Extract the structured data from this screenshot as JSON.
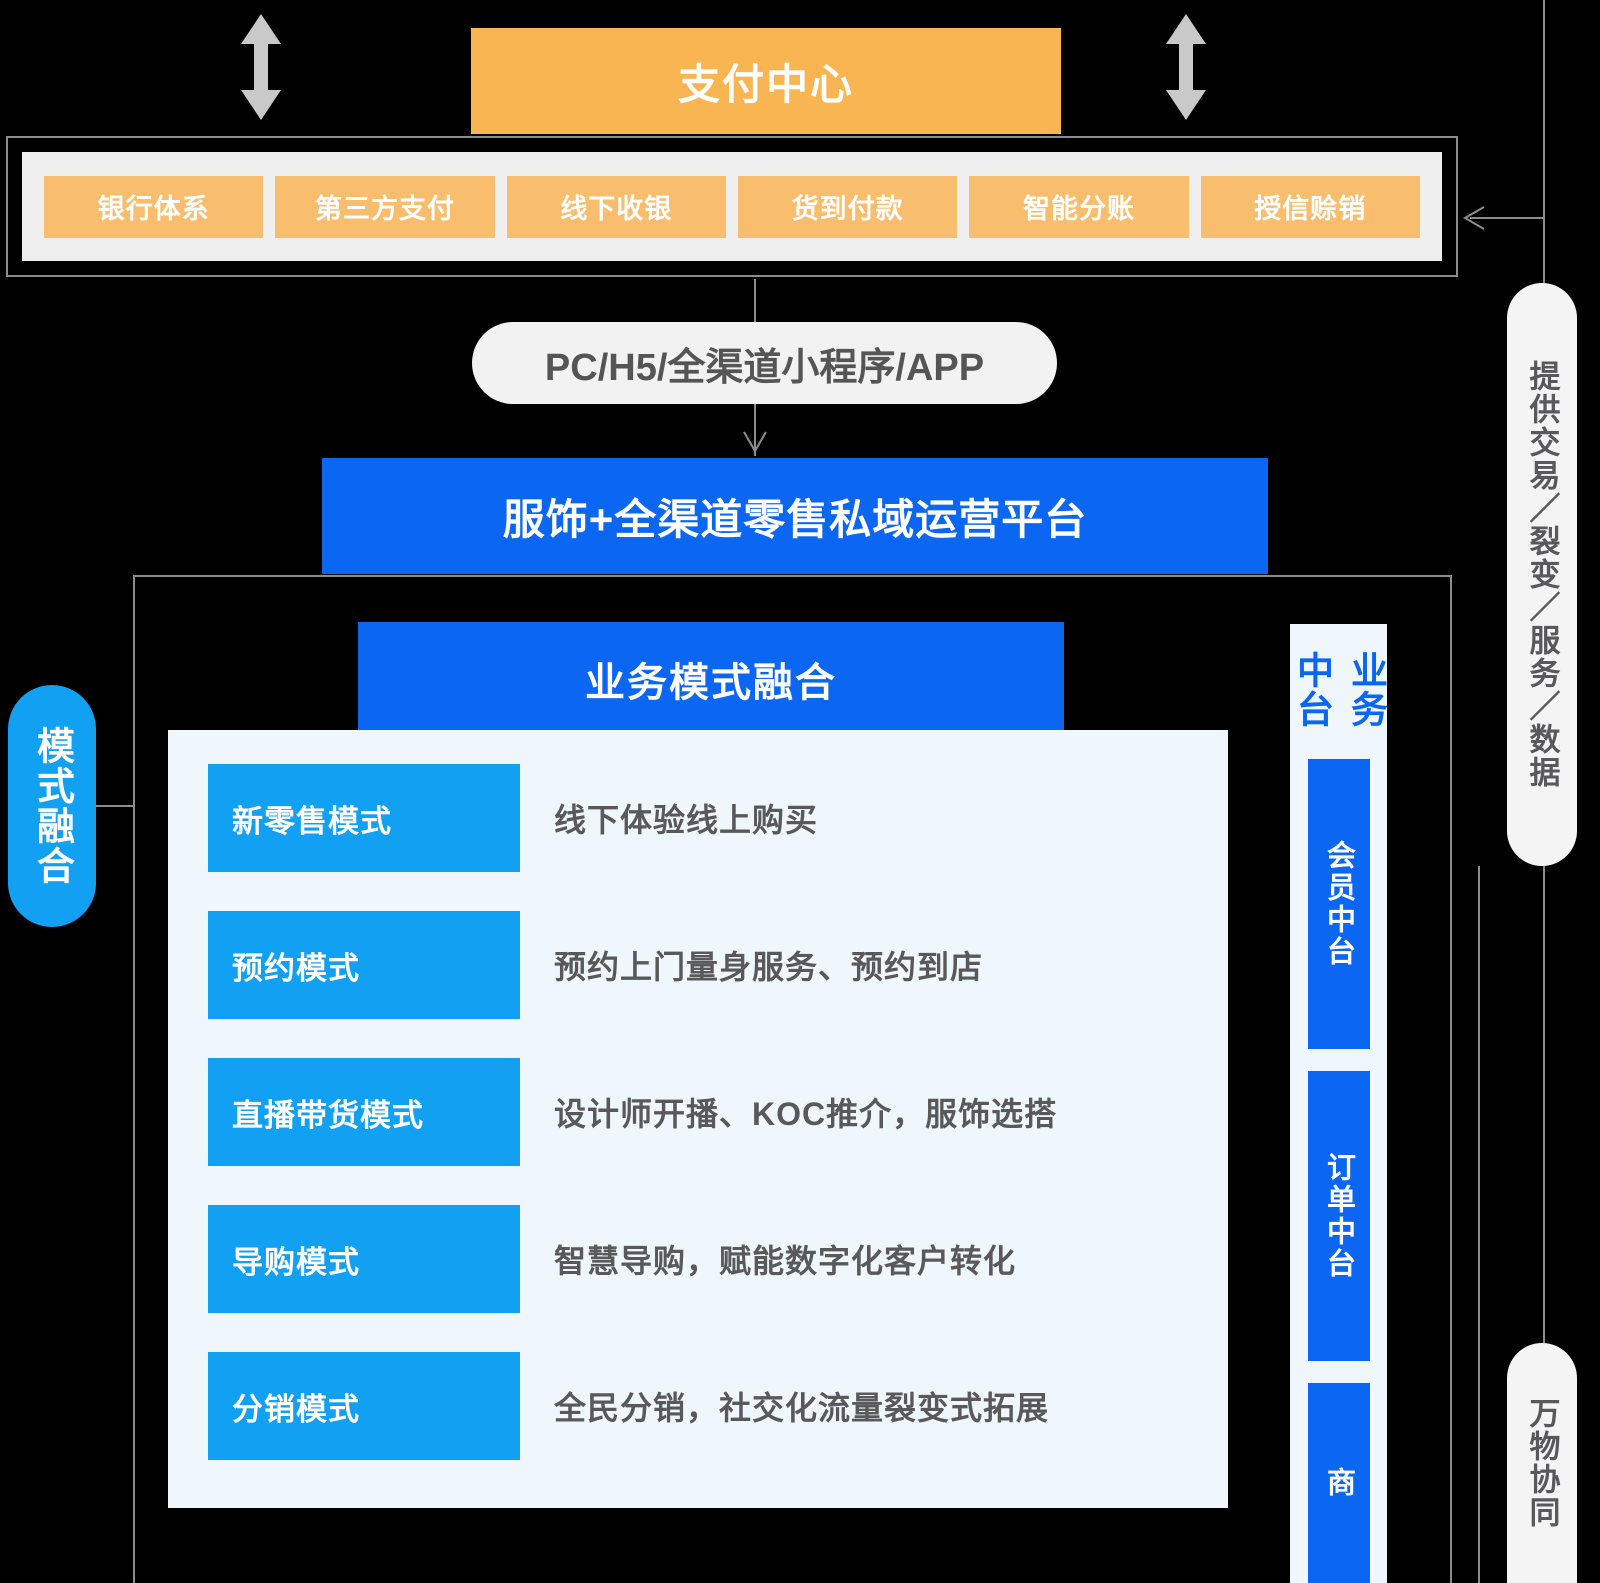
{
  "top": {
    "payment_center": "支付中心",
    "left_arrow_icon": "double-arrow-vertical-icon",
    "right_arrow_icon": "double-arrow-vertical-icon"
  },
  "payment_methods": [
    "银行体系",
    "第三方支付",
    "线下收银",
    "货到付款",
    "智能分账",
    "授信赊销"
  ],
  "channel": {
    "label": "PC/H5/全渠道小程序/APP"
  },
  "platform": {
    "title": "服饰+全渠道零售私域运营平台"
  },
  "business_model": {
    "header": "业务模式融合",
    "rows": [
      {
        "tag": "新零售模式",
        "desc": "线下体验线上购买"
      },
      {
        "tag": "预约模式",
        "desc": "预约上门量身服务、预约到店"
      },
      {
        "tag": "直播带货模式",
        "desc": "设计师开播、KOC推介，服饰选搭"
      },
      {
        "tag": "导购模式",
        "desc": "智慧导购，赋能数字化客户转化"
      },
      {
        "tag": "分销模式",
        "desc": "全民分销，社交化流量裂变式拓展"
      }
    ]
  },
  "left_pill": {
    "label": "模式融合"
  },
  "sidebar": {
    "title_col1": "业务",
    "title_col2": "中台",
    "cards": [
      "会员中台",
      "订单中台",
      "商"
    ]
  },
  "right_pills": {
    "supply": "提供交易／裂变／服务／数据",
    "iot": "万物协同"
  },
  "colors": {
    "orange_header": "#F8B552",
    "orange_chip": "#F8BD6D",
    "blue_primary": "#0B67F2",
    "blue_light": "#12A0F2",
    "panel_bg": "#EFF7FC",
    "gray_line": "#8C8C8C",
    "text_gray": "#59595B",
    "background": "#000000"
  }
}
